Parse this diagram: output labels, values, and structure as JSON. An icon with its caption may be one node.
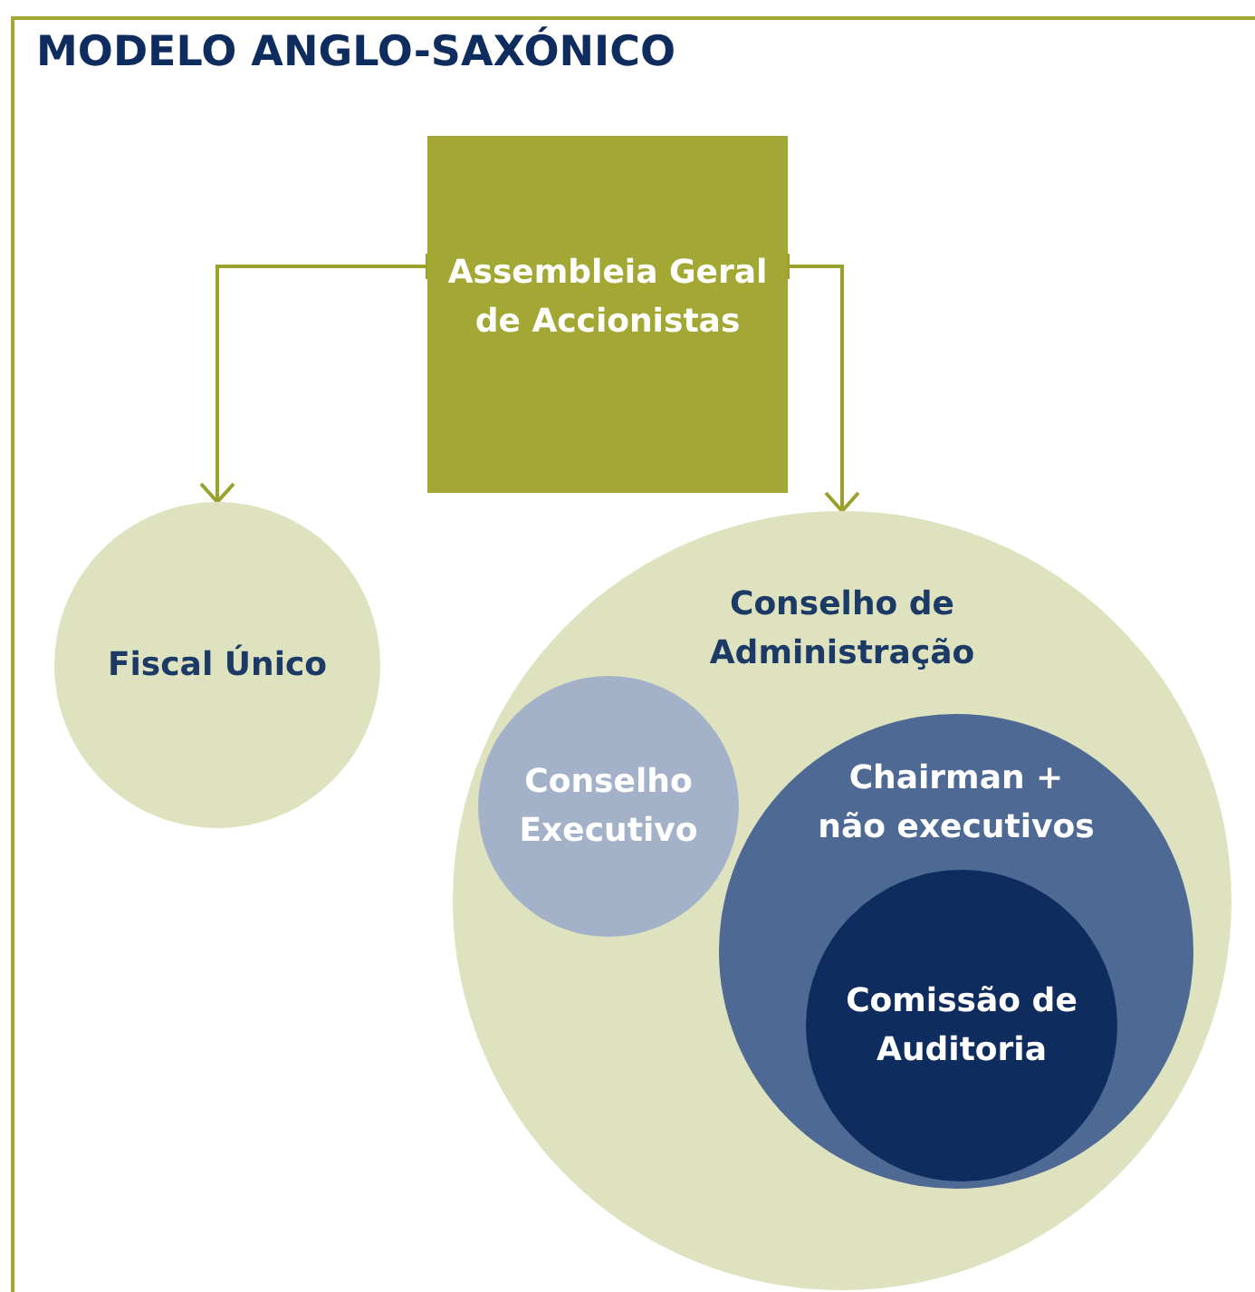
{
  "diagram": {
    "title": "MODELO ANGLO-SAXÓNICO",
    "nodes": [
      {
        "text": [
          "Assembleia Geral de Accionistas"
        ]
      },
      {
        "text": [
          "Fiscal Único"
        ]
      },
      {
        "text": [
          "Conselho de Administração"
        ]
      },
      {
        "text": [
          "Conselho Executivo"
        ],
        "in": 2
      },
      {
        "text": [
          "Chairman + não executivos"
        ],
        "in": 2
      },
      {
        "text": [
          "Comissão de Auditoria"
        ],
        "in": 4
      }
    ],
    "edges": [
      {
        "from": 0,
        "to": 1,
        "arrow": "to"
      },
      {
        "from": 0,
        "to": 2,
        "arrow": "to"
      }
    ]
  }
}
